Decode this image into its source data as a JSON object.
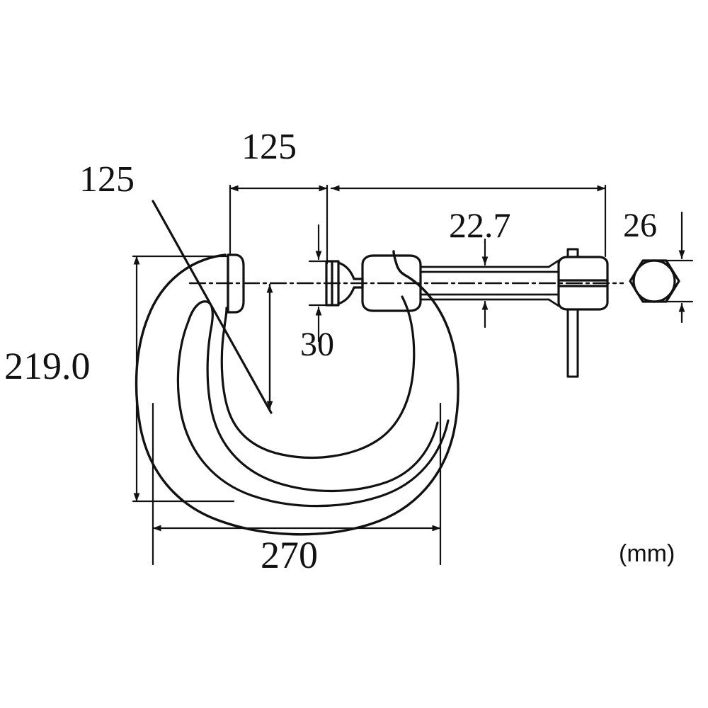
{
  "drawing": {
    "title": "Micrometer (C-frame) dimensioned technical drawing",
    "unit_note": "(mm)",
    "line_color": "#111111",
    "background_color": "#ffffff",
    "projection": "orthographic front view with hex-nut end view"
  },
  "dimensions": {
    "frame_depth_throat": "125",
    "anvil_to_spindle_shoulder": "125",
    "screw_shaft_diameter": "22.7",
    "hex_nut_across_flats": "26",
    "anvil_diameter": "30",
    "overall_height": "219.0",
    "overall_width": "270"
  },
  "labels": [
    {
      "id": "dim-125-left",
      "value": "125",
      "role": "throat-depth-leader"
    },
    {
      "id": "dim-125-top",
      "value": "125",
      "role": "horizontal-span-left"
    },
    {
      "id": "dim-22-7",
      "value": "22.7",
      "role": "shaft-diameter"
    },
    {
      "id": "dim-26",
      "value": "26",
      "role": "hex-across-flats"
    },
    {
      "id": "dim-30",
      "value": "30",
      "role": "anvil-diameter"
    },
    {
      "id": "dim-219-0",
      "value": "219.0",
      "role": "overall-height"
    },
    {
      "id": "dim-270",
      "value": "270",
      "role": "overall-width"
    },
    {
      "id": "unit-note",
      "value": "(mm)",
      "role": "unit-annotation"
    }
  ],
  "parts": [
    {
      "name": "c-frame",
      "description": "double-walled C shaped micrometer frame"
    },
    {
      "name": "anvil",
      "description": "fixed measuring anvil at left jaw"
    },
    {
      "name": "spindle-face",
      "description": "movable spindle measuring face"
    },
    {
      "name": "barrel",
      "description": "sleeve / barrel body"
    },
    {
      "name": "screw-shaft",
      "description": "threaded screw shaft"
    },
    {
      "name": "hex-nut",
      "description": "hexagonal adjusting nut"
    },
    {
      "name": "t-handle",
      "description": "tommy bar through hex nut"
    },
    {
      "name": "hex-end-view",
      "description": "end view of hexagon with inscribed circle"
    }
  ]
}
